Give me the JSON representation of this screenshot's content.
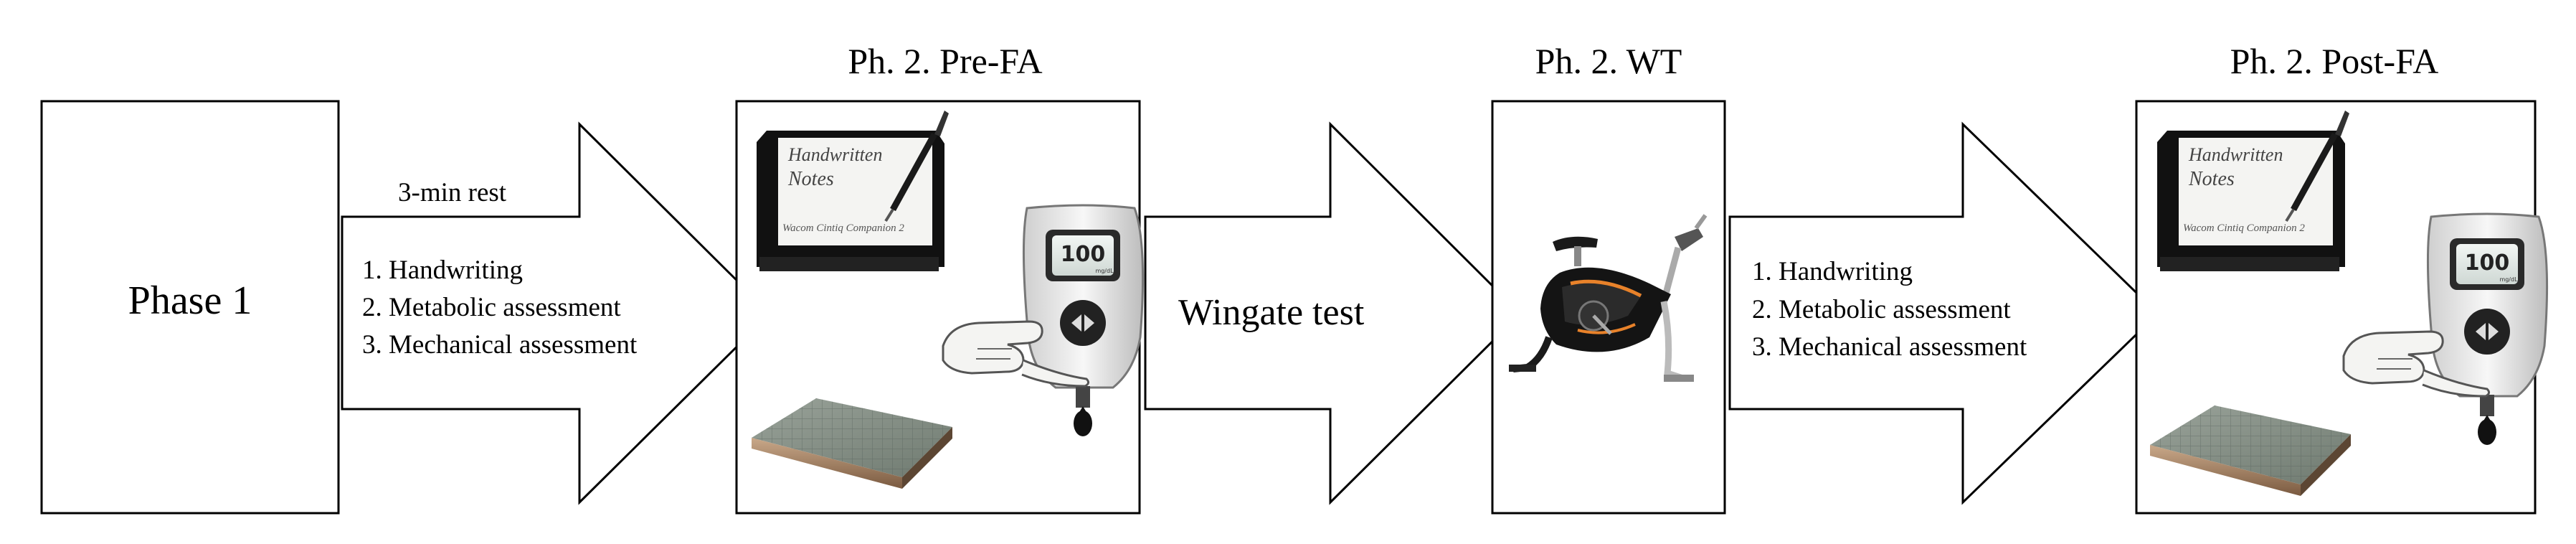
{
  "boxes": {
    "phase1": "Phase 1",
    "pre_title": "Ph. 2. Pre-FA",
    "wt_title": "Ph. 2. WT",
    "post_title": "Ph. 2. Post-FA"
  },
  "arrows": {
    "rest_label": "3-min rest",
    "first_list": [
      "1. Handwriting",
      "2. Metabolic assessment",
      "3. Mechanical assessment"
    ],
    "wingate_label": "Wingate test",
    "second_list": [
      "1. Handwriting",
      "2. Metabolic assessment",
      "3. Mechanical assessment"
    ]
  },
  "illustrations": {
    "tablet_text": [
      "Handwritten",
      "Notes",
      "Wacom Cintiq Companion 2"
    ],
    "glucometer_reading": "100",
    "glucometer_unit": "mg/dL",
    "icons": [
      "tablet-icon",
      "glucometer-icon",
      "hand-icon",
      "force-plate-icon",
      "bike-icon"
    ]
  }
}
